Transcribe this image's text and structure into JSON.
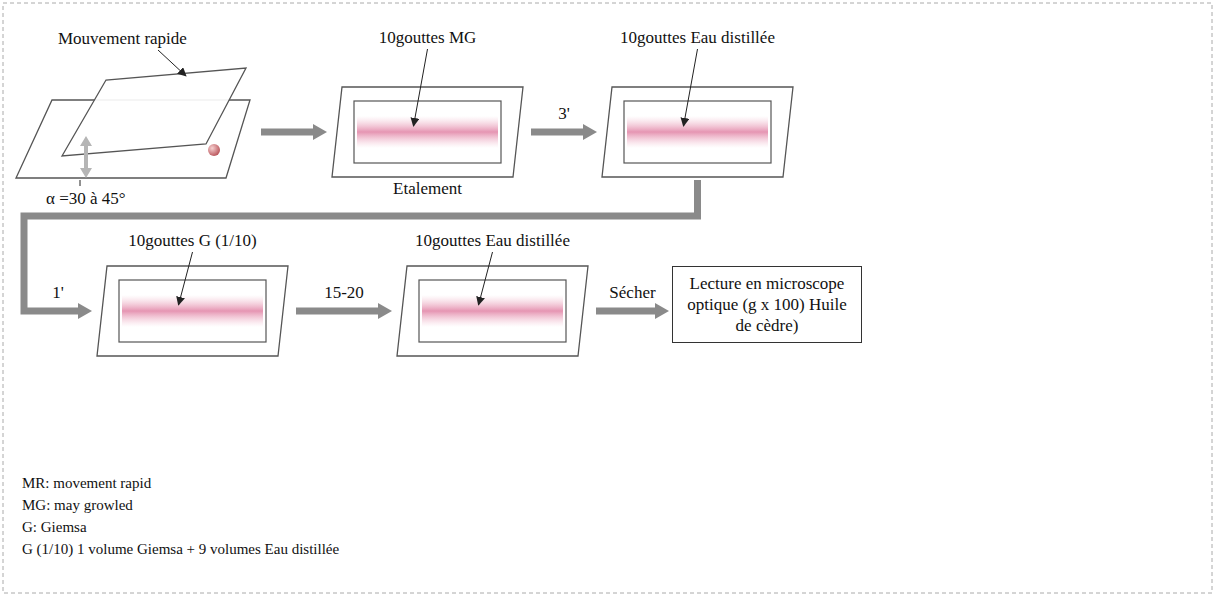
{
  "diagram": {
    "nodes": [
      {
        "text": [
          "Mouvement rapide",
          "α =30 à 45°"
        ]
      },
      {
        "text": [
          "10gouttes MG",
          "Etalement"
        ]
      },
      {
        "text": [
          "10gouttes Eau distillée"
        ]
      },
      {
        "text": [
          "10gouttes G (1/10)"
        ]
      },
      {
        "text": [
          "10gouttes Eau distillée"
        ]
      },
      {
        "text": [
          "Lecture en microscope optique (g x 100) Huile de cèdre)"
        ]
      }
    ],
    "edges": [
      {
        "from": 0,
        "to": 1,
        "arrow": "to"
      },
      {
        "from": 1,
        "to": 2,
        "label": "3'",
        "arrow": "to"
      },
      {
        "from": 2,
        "to": 3,
        "label": "1'",
        "arrow": "to"
      },
      {
        "from": 3,
        "to": 4,
        "label": "15-20",
        "arrow": "to"
      },
      {
        "from": 4,
        "to": 5,
        "label": "Sécher",
        "arrow": "to"
      }
    ],
    "labels": [
      "MR: movement rapid",
      "MG: may growled",
      "G: Giemsa",
      "G (1/10) 1 volume Giemsa + 9 volumes Eau distillée"
    ]
  }
}
